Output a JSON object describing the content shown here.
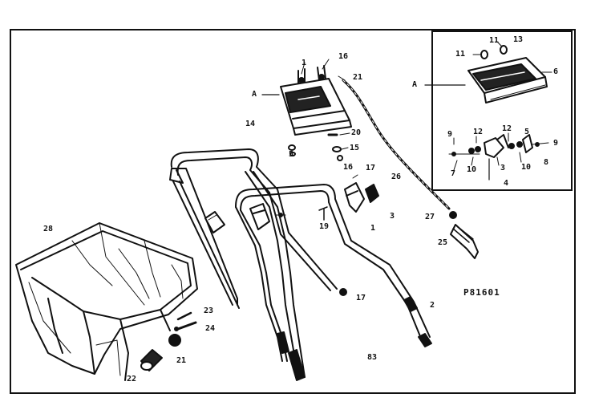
{
  "diagram": {
    "part_code": "P81601",
    "page_number": "83",
    "callouts": {
      "c1_top": "1",
      "c16_top": "16",
      "c21_top": "21",
      "a_main": "A",
      "c20": "20",
      "c15": "15",
      "c5_mid": "5",
      "c16_mid": "16",
      "c17_mid": "17",
      "c26": "26",
      "c14": "14",
      "c3": "3",
      "c19": "19",
      "c1_mid": "1",
      "c27": "27",
      "c25": "25",
      "c17_low": "17",
      "c2": "2",
      "c28": "28",
      "c23": "23",
      "c24": "24",
      "c21_low": "21",
      "c22": "22"
    },
    "inset": {
      "a_label": "A",
      "c11_top": "11",
      "c13": "13",
      "c11_left": "11",
      "c6": "6",
      "c9_left": "9",
      "c12_left": "12",
      "c12_right": "12",
      "c5": "5",
      "c9_right": "9",
      "c7": "7",
      "c10_left": "10",
      "c3": "3",
      "c10_right": "10",
      "c8": "8",
      "c4": "4"
    }
  },
  "colors": {
    "ink": "#111111",
    "paper": "#ffffff"
  }
}
